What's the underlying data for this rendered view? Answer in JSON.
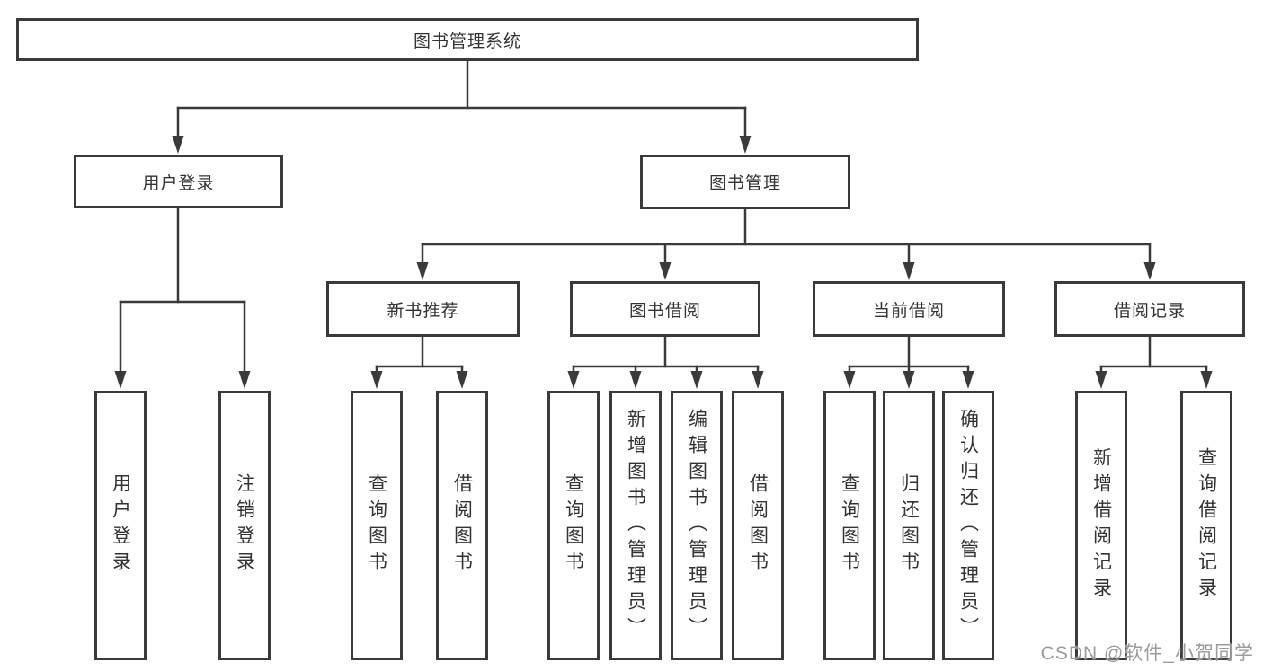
{
  "diagram": {
    "root": "图书管理系统",
    "branches": [
      {
        "label": "用户登录",
        "children": [
          "用户登录",
          "注销登录"
        ]
      },
      {
        "label": "图书管理",
        "children": [
          {
            "label": "新书推荐",
            "children": [
              "查询图书",
              "借阅图书"
            ]
          },
          {
            "label": "图书借阅",
            "children": [
              "查询图书",
              "新增图书（管理员）",
              "编辑图书（管理员）",
              "借阅图书"
            ]
          },
          {
            "label": "当前借阅",
            "children": [
              "查询图书",
              "归还图书",
              "确认归还（管理员）"
            ]
          },
          {
            "label": "借阅记录",
            "children": [
              "新增借阅记录",
              "查询借阅记录"
            ]
          }
        ]
      }
    ]
  },
  "watermark": "CSDN @软件_小贺同学",
  "colors": {
    "line": "#3a3a3a",
    "text": "#333333",
    "background": "#ffffff",
    "watermark": "#9b9b9b"
  }
}
